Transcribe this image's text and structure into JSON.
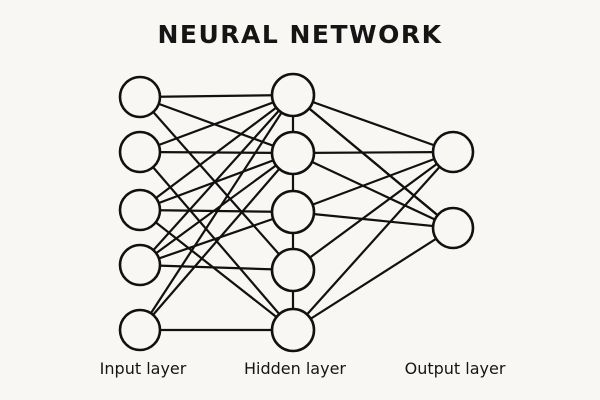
{
  "title": "NEURAL NETWORK",
  "colors": {
    "background": "#f8f7f3",
    "stroke": "#111111",
    "node_fill": "#f8f7f3"
  },
  "layers": [
    {
      "name": "input",
      "label": "Input layer",
      "node_count": 5
    },
    {
      "name": "hidden",
      "label": "Hidden layer",
      "node_count": 5
    },
    {
      "name": "output",
      "label": "Output layer",
      "node_count": 2
    }
  ],
  "edges": {
    "input_to_hidden": [
      [
        0,
        0
      ],
      [
        0,
        1
      ],
      [
        0,
        3
      ],
      [
        1,
        0
      ],
      [
        1,
        1
      ],
      [
        1,
        4
      ],
      [
        2,
        0
      ],
      [
        2,
        1
      ],
      [
        2,
        2
      ],
      [
        3,
        0
      ],
      [
        3,
        2
      ],
      [
        3,
        3
      ],
      [
        4,
        0
      ],
      [
        4,
        1
      ],
      [
        4,
        4
      ],
      [
        2,
        4
      ],
      [
        3,
        1
      ]
    ],
    "hidden_vertical": [
      [
        0,
        1
      ],
      [
        1,
        2
      ],
      [
        2,
        3
      ],
      [
        3,
        4
      ]
    ],
    "hidden_to_output": [
      [
        0,
        0
      ],
      [
        0,
        1
      ],
      [
        1,
        0
      ],
      [
        1,
        1
      ],
      [
        2,
        0
      ],
      [
        2,
        1
      ],
      [
        3,
        0
      ],
      [
        4,
        0
      ],
      [
        4,
        1
      ],
      [
        0,
        1
      ]
    ]
  }
}
